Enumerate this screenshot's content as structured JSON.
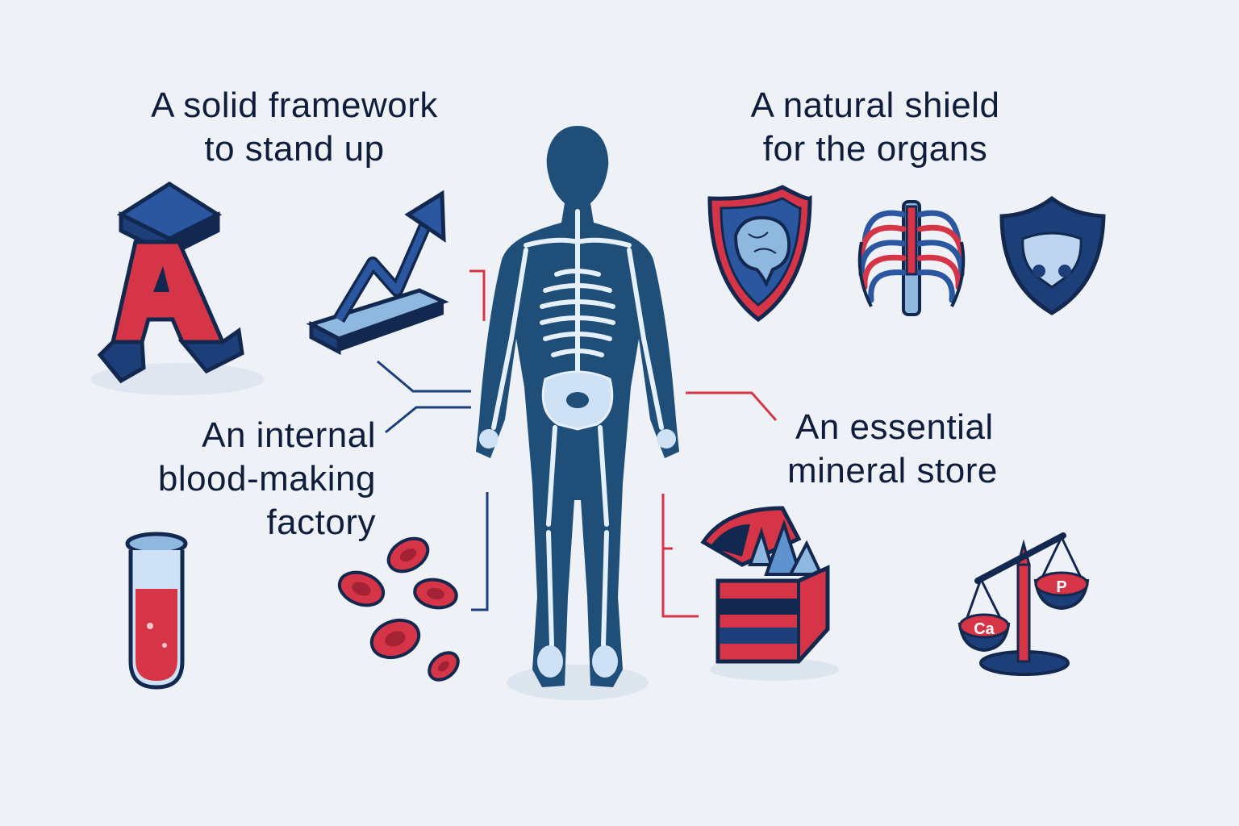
{
  "palette": {
    "background": "#eef2f7",
    "navy": "#1c3f7a",
    "dark_navy": "#13284f",
    "red": "#d63447",
    "light_blue": "#8fb8e0",
    "silhouette": "#1f4f78",
    "bone": "#e6f0fb",
    "text": "#0f1d3d"
  },
  "labels": {
    "framework": [
      "A solid framework",
      "to stand up"
    ],
    "shield": [
      "A natural shield",
      "for the organs"
    ],
    "blood": [
      "An internal",
      "blood-making",
      "factory"
    ],
    "mineral": [
      "An essential",
      "mineral store"
    ]
  },
  "icons": {
    "framework": [
      "letter-a-pillar-icon",
      "rising-arrow-icon"
    ],
    "shield": [
      "brain-shield-icon",
      "ribcage-icon",
      "pelvis-shield-icon"
    ],
    "blood": [
      "test-tube-icon",
      "red-blood-cells-icon"
    ],
    "mineral": [
      "crystal-chest-icon",
      "balance-scale-icon"
    ],
    "center": "human-skeleton-icon"
  },
  "scale_pans": {
    "left": "Ca",
    "right": "P"
  }
}
